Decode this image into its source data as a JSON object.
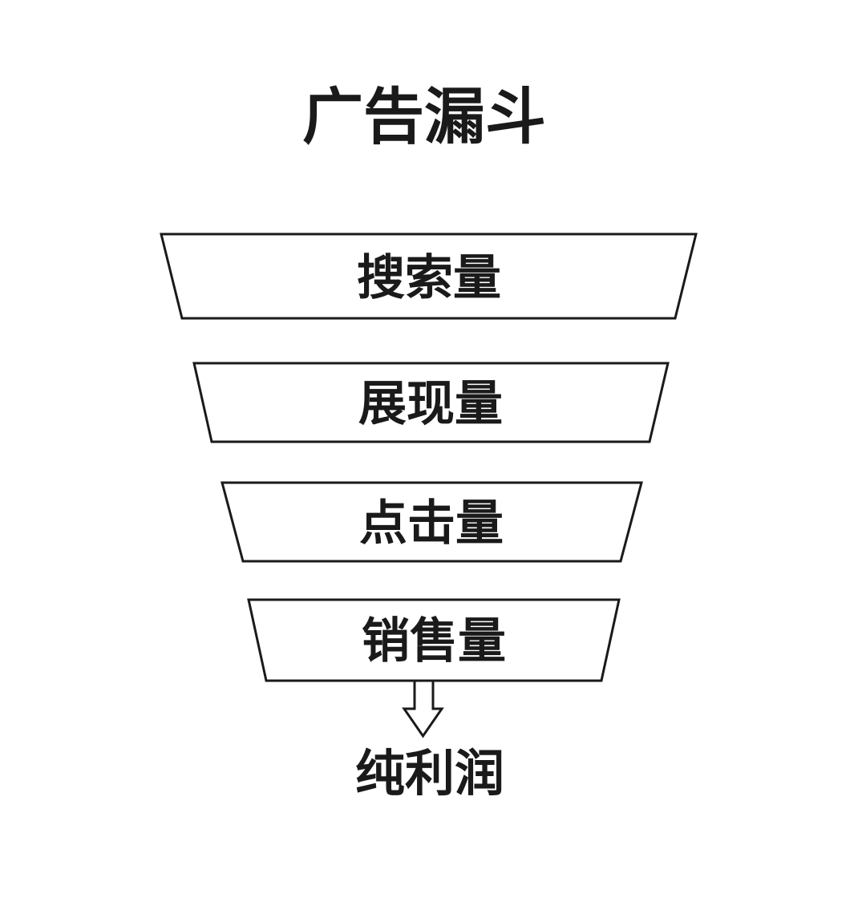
{
  "title": "广告漏斗",
  "colors": {
    "ink": "#1a1a1a",
    "background": "#ffffff"
  },
  "icons": {
    "flow_arrow": "down-arrow"
  },
  "funnel": {
    "levels": [
      {
        "label": "搜索量"
      },
      {
        "label": "展现量"
      },
      {
        "label": "点击量"
      },
      {
        "label": "销售量"
      }
    ],
    "outcome_label": "纯利润"
  }
}
